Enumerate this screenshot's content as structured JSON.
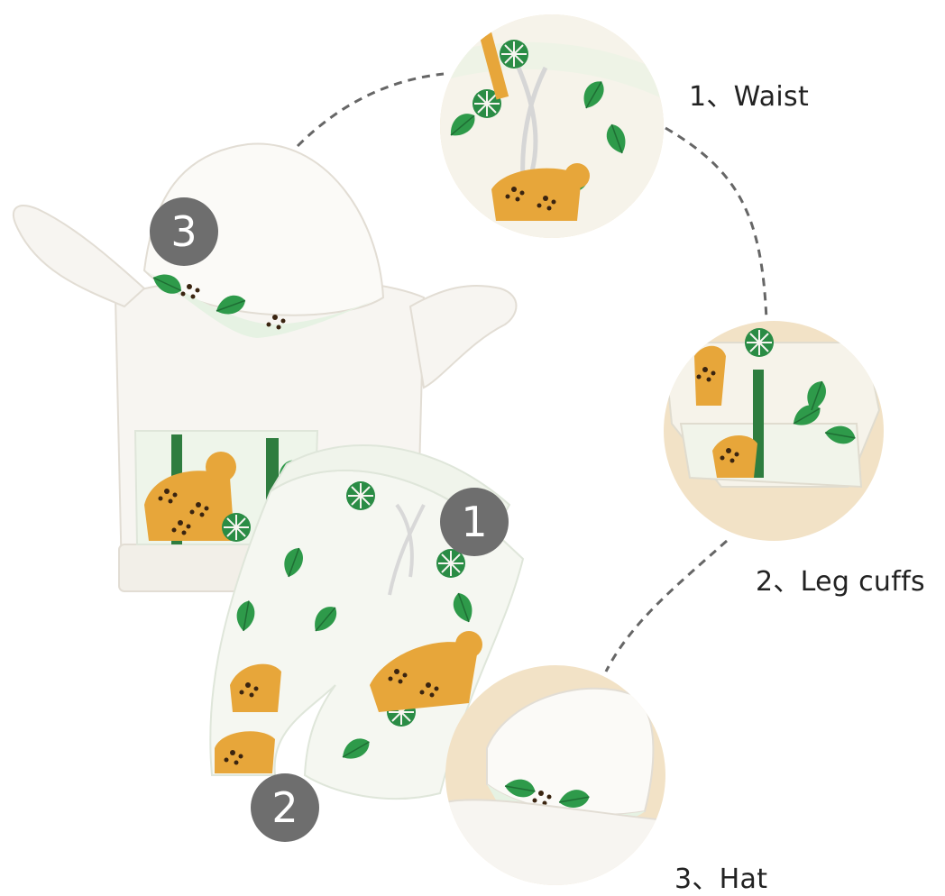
{
  "callouts": [
    {
      "number": "1",
      "label": "1、Waist"
    },
    {
      "number": "2",
      "label": "2、Leg cuffs"
    },
    {
      "number": "3",
      "label": "3、Hat"
    }
  ],
  "colors": {
    "badge": "#6e6e6e",
    "fabric": "#f7f5f1",
    "leaf": "#2e9a4a",
    "leopard": "#e7a63a",
    "dash": "#666666",
    "detail_bg": "#f2e2c6"
  }
}
